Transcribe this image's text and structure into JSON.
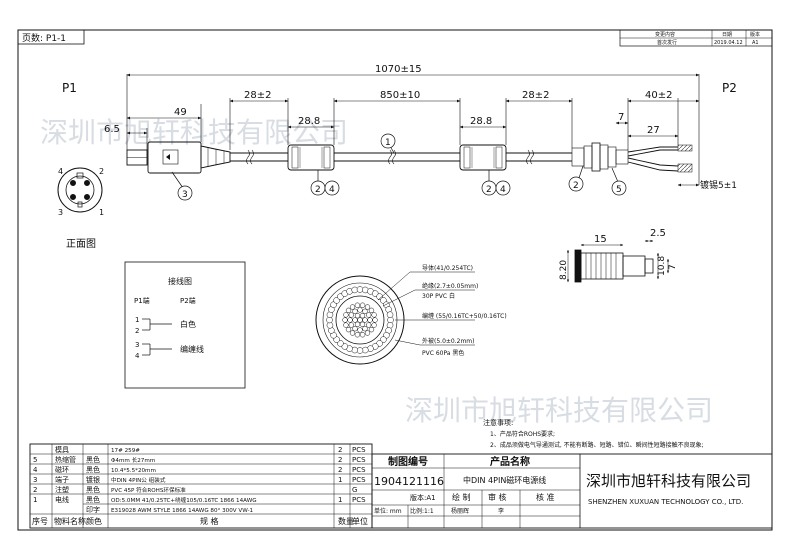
{
  "header": {
    "page_label": "页数: P1-1",
    "revision_cols": [
      "变更内容",
      "日期",
      "版本"
    ],
    "revision_row": [
      "首次发行",
      "2019.04.12",
      "A1"
    ]
  },
  "ends": {
    "p1": "P1",
    "p2": "P2"
  },
  "dimensions": {
    "overall": "1070±15",
    "p1_molding": "49",
    "p1_pin": "6.5",
    "gap_28_left": "28±2",
    "core_left": "28.8",
    "middle": "850±10",
    "gap_28_right": "28±2",
    "core_right": "28.8",
    "strip_40": "40±2",
    "strip_7": "7",
    "strip_27": "27",
    "tin": "镀锡5±1",
    "tube_15": "15",
    "tube_2_5": "2.5",
    "tube_8_20": "8.20",
    "tube_10_8": "10.8",
    "tube_7": "7"
  },
  "balloons": [
    "1",
    "2",
    "3",
    "4",
    "5"
  ],
  "front_view": {
    "label": "正面图",
    "pins": [
      "4",
      "3",
      "2",
      "1"
    ]
  },
  "wiring": {
    "title": "接线图",
    "p1_end": "P1端",
    "p2_end": "P2端",
    "pins": [
      "1",
      "2",
      "3",
      "4"
    ],
    "white": "白色",
    "braid": "编缠线"
  },
  "cross_section": {
    "labels": [
      "导体(41/0.254TC)",
      "绝缘(2.7±0.05mm)",
      "30P PVC 白",
      "编缠 (55/0.16TC+50/0.16TC)",
      "外被(5.0±0.2mm)",
      "PVC 60Pa 黑色"
    ]
  },
  "notes": {
    "title": "注意事项:",
    "items": [
      "1、产品符合ROHS要求;",
      "2、成品须做电气导通测试, 不能有断路、短路、错位、瞬间性短路接触不良现象;"
    ]
  },
  "watermark": "深圳市旭轩科技有限公司",
  "bom": {
    "header": [
      "序号",
      "物料名称",
      "颜色",
      "规 格",
      "数量",
      "单位"
    ],
    "rows": [
      [
        "",
        "模具",
        "",
        "17# 259#",
        "2",
        "PCS"
      ],
      [
        "5",
        "热缩管",
        "黑色",
        "Φ4mm 长27mm",
        "2",
        "PCS"
      ],
      [
        "4",
        "磁环",
        "黑色",
        "10.4*5.5*20mm",
        "2",
        "PCS"
      ],
      [
        "3",
        "端子",
        "镀银",
        "中DIN 4PIN公 组装式",
        "1",
        "PCS"
      ],
      [
        "2",
        "注塑",
        "黑色",
        "PVC 45P 符合ROHS环保标准",
        "",
        "G"
      ],
      [
        "1",
        "电线",
        "黑色",
        "OD:5.0MM 41/0.25TC+绕缠105/0.16TC 1866 14AWG",
        "1",
        "PCS"
      ],
      [
        "",
        "",
        "印字",
        "E319028 AWM STYLE 1866 14AWG 80° 300V VW-1",
        "",
        ""
      ]
    ]
  },
  "title_block": {
    "drawing_no_label": "制图编号",
    "drawing_no": "1904121116",
    "product_label": "产品名称",
    "product_name": "中DIN 4PIN磁环电源线",
    "company_cn": "深圳市旭轩科技有限公司",
    "company_en": "SHENZHEN XUXUAN TECHNOLOGY CO., LTD.",
    "version": "版本:A1",
    "draw": "绘 制",
    "review": "审 核",
    "approve": "核 准",
    "unit": "单位: mm",
    "scale": "比例:1:1",
    "drawer": "杨丽辉",
    "reviewer": "李"
  }
}
